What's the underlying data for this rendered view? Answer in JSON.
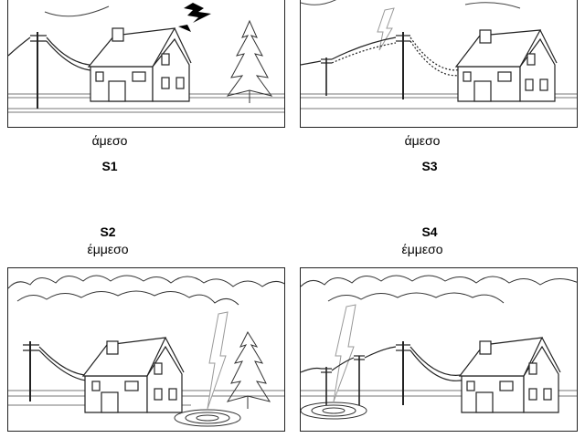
{
  "panels": {
    "s1": {
      "code": "S1",
      "type_label": "άμεσο"
    },
    "s3": {
      "code": "S3",
      "type_label": "άμεσο"
    },
    "s2": {
      "code": "S2",
      "type_label": "έμμεσο"
    },
    "s4": {
      "code": "S4",
      "type_label": "έμμεσο"
    }
  }
}
